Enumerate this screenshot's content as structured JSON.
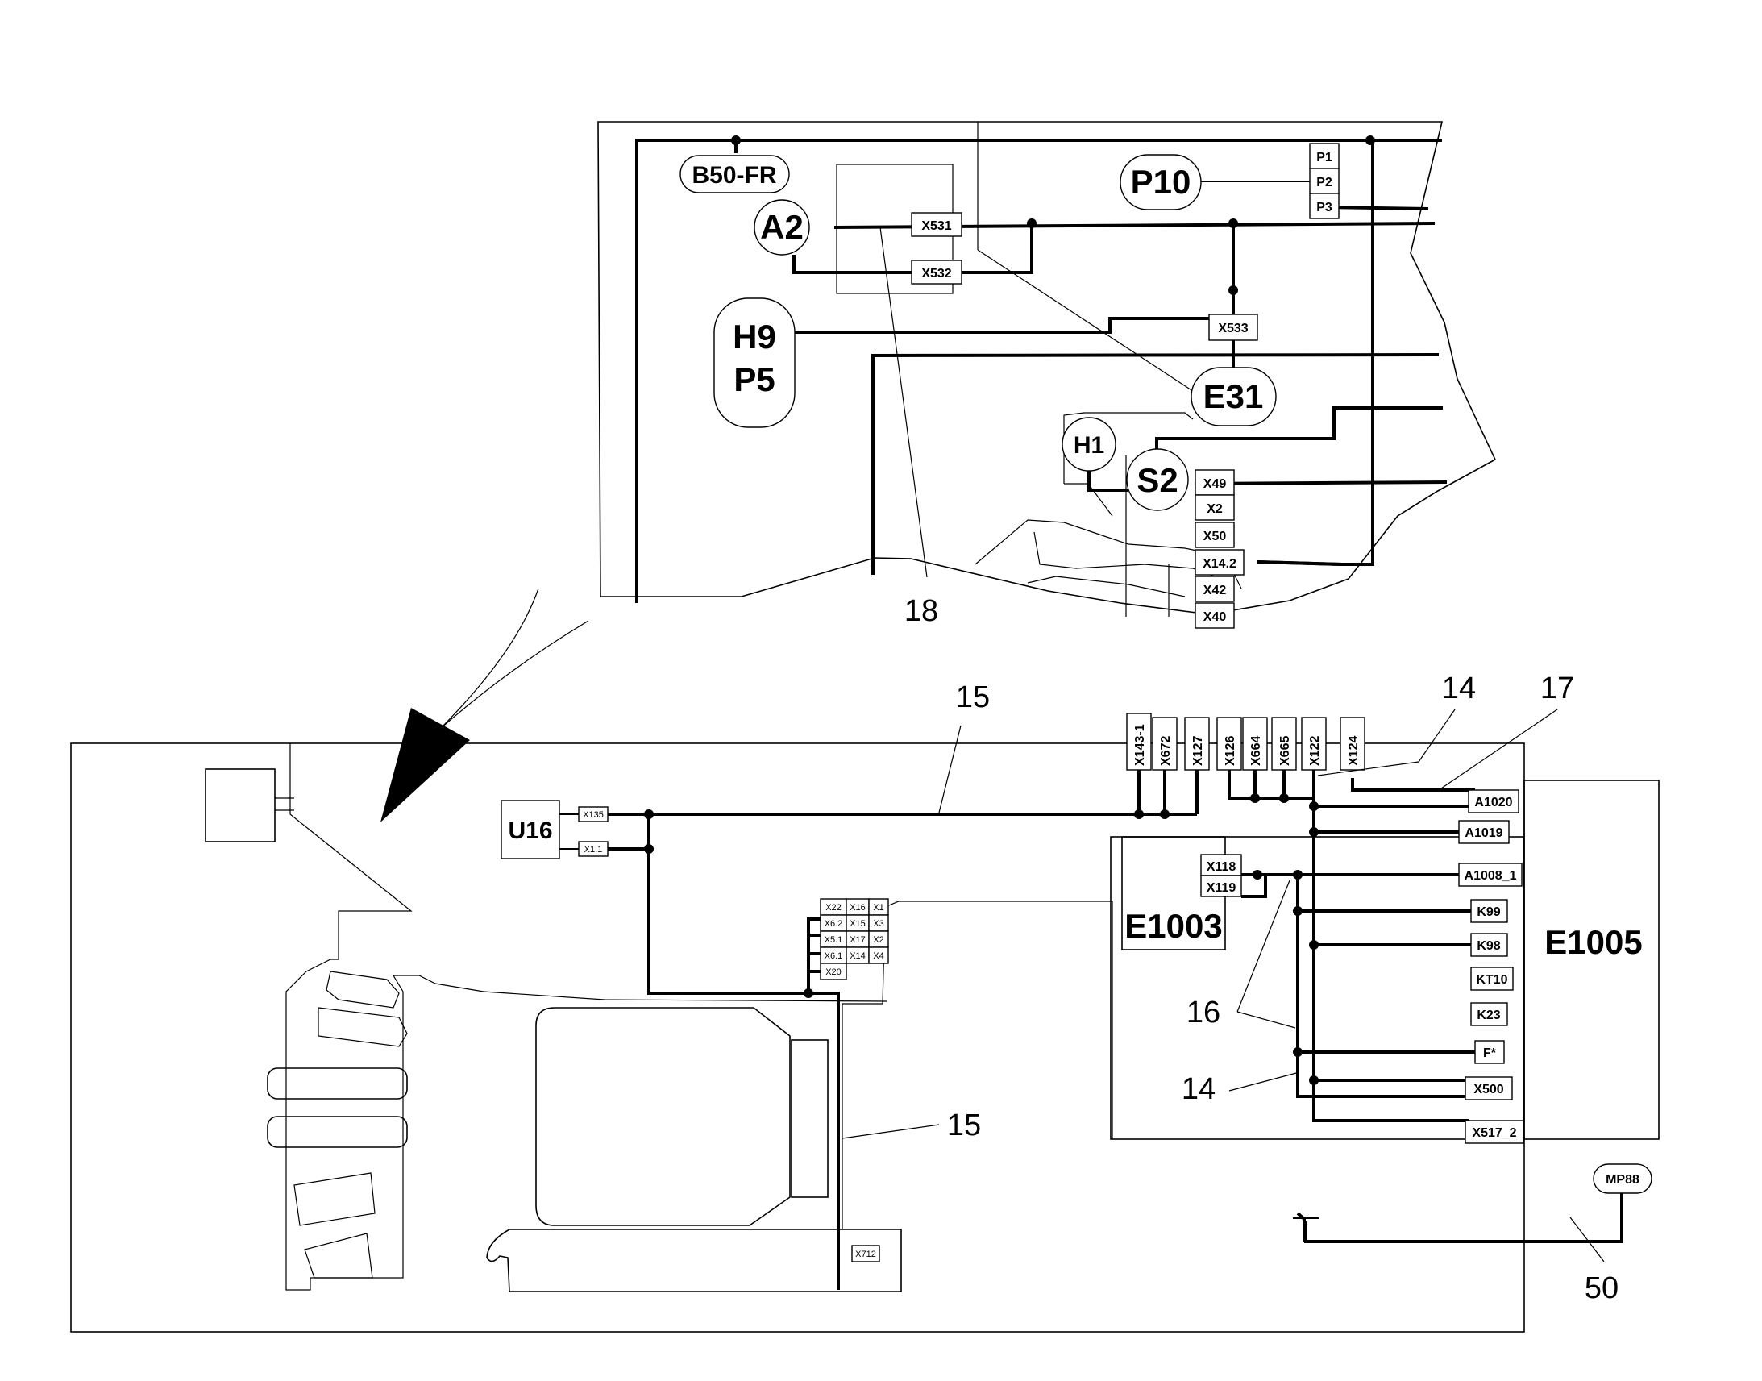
{
  "diagram": {
    "top_components": {
      "b50": "B50-FR",
      "p10": "P10",
      "a2": "A2",
      "h9": "H9",
      "p5": "P5",
      "e31": "E31",
      "h1": "H1",
      "s2": "S2"
    },
    "top_pins": [
      "P1",
      "P2",
      "P3"
    ],
    "top_connectors": {
      "x531": "X531",
      "x532": "X532",
      "x533": "X533"
    },
    "s2_connectors": [
      "X49",
      "X2",
      "X50",
      "X14.2",
      "X42",
      "X40"
    ],
    "callouts": {
      "c18": "18",
      "c15a": "15",
      "c15b": "15",
      "c14a": "14",
      "c14b": "14",
      "c17": "17",
      "c16": "16",
      "c50": "50"
    },
    "bottom_components": {
      "u16": "U16",
      "e1003": "E1003",
      "e1005": "E1005",
      "mp88": "MP88"
    },
    "u16_connectors": [
      "X135",
      "X1.1"
    ],
    "top_vertical_connectors": [
      "X143-1",
      "X672",
      "X127",
      "X126",
      "X664",
      "X665",
      "X122",
      "X124"
    ],
    "e1003_connectors": [
      "X118",
      "X119"
    ],
    "e1005_terminals": [
      "A1020",
      "A1019",
      "A1008_1",
      "K99",
      "K98",
      "KT10",
      "K23",
      "F*",
      "X500",
      "X517_2"
    ],
    "grid_connectors": [
      [
        "X22",
        "X16",
        "X1"
      ],
      [
        "X6.2",
        "X15",
        "X3"
      ],
      [
        "X5.1",
        "X17",
        "X2"
      ],
      [
        "X6.1",
        "X14",
        "X4"
      ],
      [
        "X20"
      ]
    ],
    "x712": "X712"
  }
}
